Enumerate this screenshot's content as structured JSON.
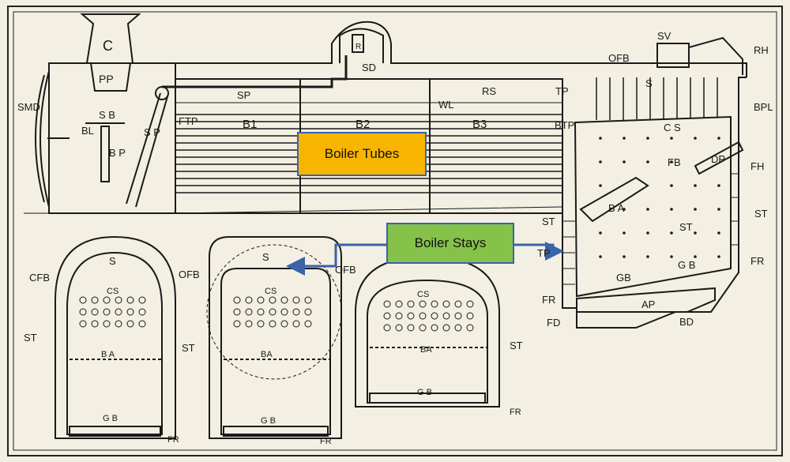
{
  "callouts": {
    "tubes": "Boiler Tubes",
    "stays": "Boiler Stays",
    "box_colors": {
      "tubes": "#f7b500",
      "stays": "#86c24a",
      "border": "#3a63a8"
    }
  },
  "labels": {
    "C": "C",
    "PP": "PP",
    "SMD": "SMD",
    "SB": "S B",
    "BL": "BL",
    "BP": "B P",
    "SP_vert": "S P",
    "SP": "SP",
    "FTP": "FTP",
    "B1": "B1",
    "B2": "B2",
    "B3": "B3",
    "SD": "SD",
    "R": "R",
    "RS": "RS",
    "WL": "WL",
    "TP": "TP",
    "BTP": "BTP",
    "SV": "SV",
    "OFB_top": "OFB",
    "S_top": "S",
    "RH": "RH",
    "BPL": "BPL",
    "CS_fire": "C S",
    "FB": "FB",
    "DP": "DP",
    "FH": "FH",
    "ST_right": "ST",
    "BA_fire": "B A",
    "ST_fire": "ST",
    "ST_left_fire": "ST",
    "TP_left": "TP",
    "GB1": "GB",
    "GB2": "G B",
    "FR_right": "FR",
    "FR_left_fire": "FR",
    "FD": "FD",
    "AP": "AP",
    "BD": "BD",
    "CFB": "CFB",
    "S1": "S",
    "CS1": "CS",
    "ST1": "ST",
    "BA1": "B A",
    "GB_1": "G B",
    "FR1": "FR",
    "OFB2": "OFB",
    "S2": "S",
    "CS2": "CS",
    "ST2": "ST",
    "BA2": "BA",
    "GB_2": "G B",
    "FR2": "FR",
    "OFB3": "OFB",
    "CS3": "CS",
    "ST3": "ST",
    "BA3": "BA",
    "GB_3": "G B",
    "FR3": "FR"
  }
}
